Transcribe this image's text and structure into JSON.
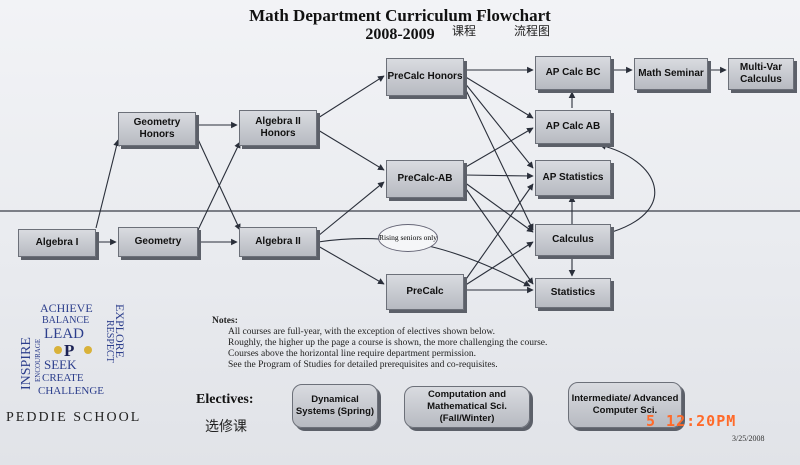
{
  "header": {
    "title": "Math Department Curriculum Flowchart",
    "years": "2008-2009"
  },
  "handwriting": {
    "h1": "课程",
    "h2": "流程图",
    "h3": "选修课"
  },
  "courses": {
    "algebra1": "Algebra I",
    "geometry": "Geometry",
    "geometry_honors": "Geometry Honors",
    "algebra2": "Algebra II",
    "algebra2_honors": "Algebra II Honors",
    "precalc_honors": "PreCalc Honors",
    "precalc_ab": "PreCalc-AB",
    "precalc": "PreCalc",
    "ap_calc_bc": "AP Calc BC",
    "ap_calc_ab": "AP Calc AB",
    "ap_statistics": "AP Statistics",
    "calculus": "Calculus",
    "statistics": "Statistics",
    "math_seminar": "Math Seminar",
    "multivar_calculus": "Multi-Var Calculus"
  },
  "rising_seniors_note": "Rising seniors only",
  "notes": {
    "heading": "Notes:",
    "lines": [
      "All courses are full-year, with the exception of electives shown below.",
      "Roughly, the higher up the page a course is shown, the more challenging the course.",
      "Courses above the horizontal line require department permission.",
      "See the Program of Studies for detailed prerequisites and co-requisites."
    ]
  },
  "electives": {
    "label": "Electives:",
    "items": [
      "Dynamical Systems (Spring)",
      "Computation and Mathematical Sci. (Fall/Winter)",
      "Intermediate/ Advanced Computer Sci."
    ]
  },
  "logo": {
    "words": [
      "ACHIEVE",
      "BALANCE",
      "LEAD",
      "P",
      "SEEK",
      "CREATE",
      "CHALLENGE",
      "INSPIRE",
      "ENCOURAGE",
      "EXPLORE",
      "RESPECT"
    ],
    "school": "PEDDIE SCHOOL"
  },
  "camera_timestamp": "5 12:20PM",
  "date": "3/25/2008",
  "colors": {
    "accent": "#ff6a2a",
    "box_fill": "#c8cad0",
    "line": "#2a2f3a"
  }
}
